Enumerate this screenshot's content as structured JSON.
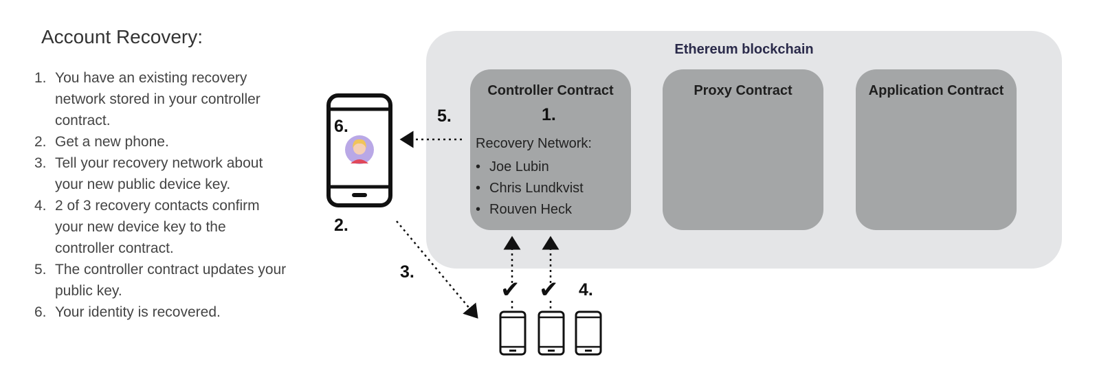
{
  "title": "Account Recovery:",
  "steps": [
    {
      "num": "1.",
      "text": "You have an existing recovery network stored in your controller contract."
    },
    {
      "num": "2.",
      "text": "Get a new phone."
    },
    {
      "num": "3.",
      "text": "Tell your recovery network about your new public device key."
    },
    {
      "num": "4.",
      "text": "2 of 3 recovery contacts confirm your new device key to the controller contract."
    },
    {
      "num": "5.",
      "text": "The controller contract updates your public key."
    },
    {
      "num": "6.",
      "text": "Your identity is recovered."
    }
  ],
  "diagram": {
    "blockchain_label": "Ethereum blockchain",
    "contracts": {
      "controller": "Controller Contract",
      "proxy": "Proxy Contract",
      "application": "Application Contract"
    },
    "recovery_network": {
      "title": "Recovery Network:",
      "bullet": "•",
      "members": [
        "Joe Lubin",
        "Chris Lundkvist",
        "Rouven Heck"
      ]
    },
    "step_labels": {
      "s1": "1.",
      "s2": "2.",
      "s3": "3.",
      "s4": "4.",
      "s5": "5.",
      "s6": "6."
    },
    "check_glyph": "✔"
  },
  "colors": {
    "blockchain_bg": "#e4e5e7",
    "contract_bg": "#a4a6a7",
    "avatar_bg": "#b9a8e6",
    "avatar_hair": "#f0c45a",
    "avatar_skin": "#f5cfb5",
    "avatar_shirt": "#e0485a"
  }
}
